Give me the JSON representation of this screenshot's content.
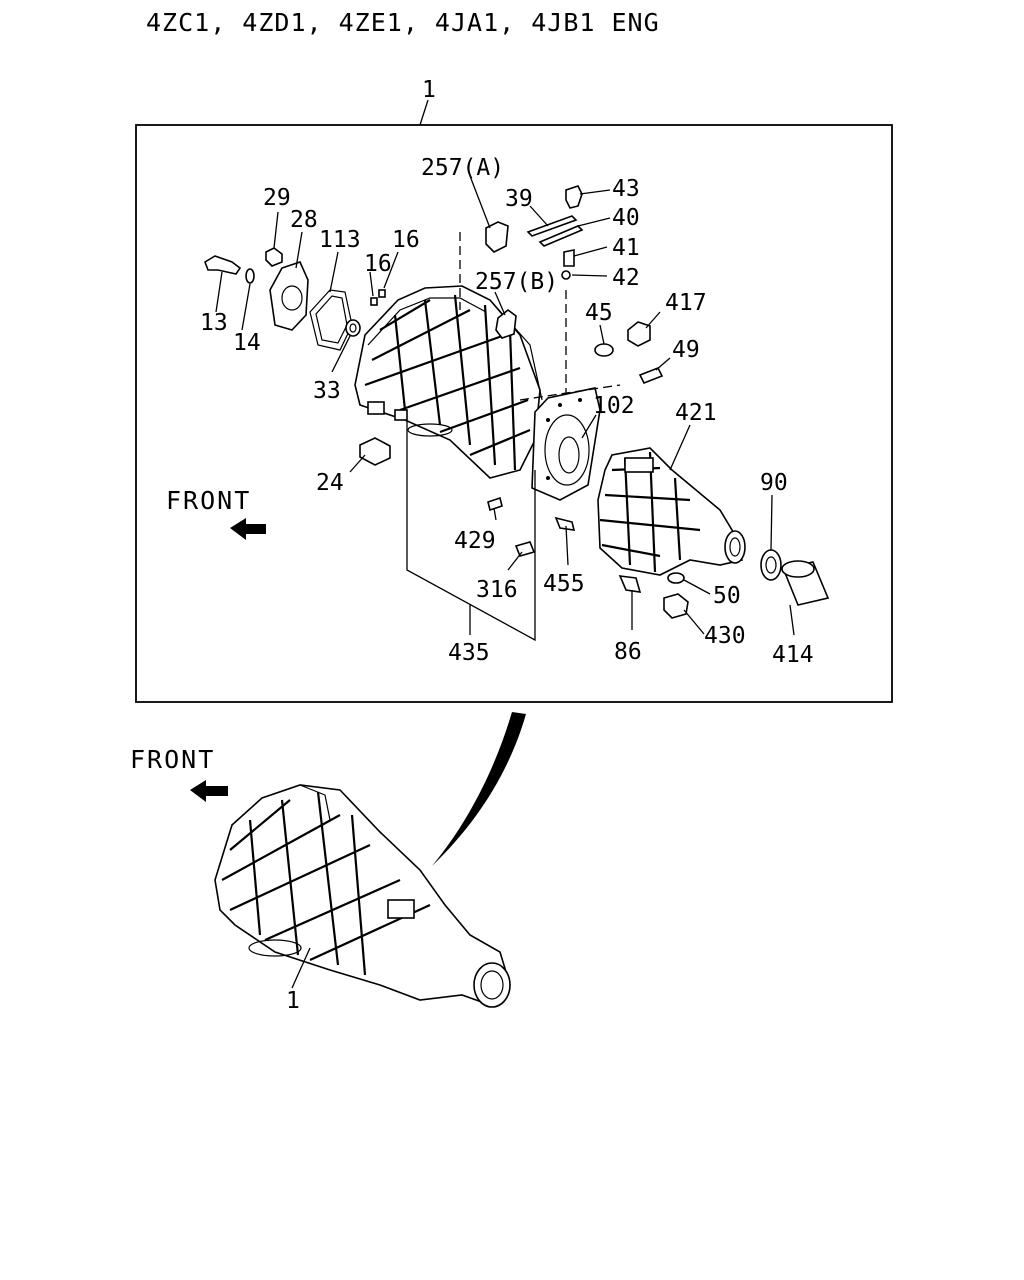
{
  "title": "4ZC1, 4ZD1, 4ZE1, 4JA1, 4JB1  ENG",
  "front_label_exploded": "FRONT",
  "front_label_assembly": "FRONT",
  "callouts": {
    "c1_top": "1",
    "c1_bottom": "1",
    "c13": "13",
    "c14": "14",
    "c16a": "16",
    "c16b": "16",
    "c24": "24",
    "c28": "28",
    "c29": "29",
    "c33": "33",
    "c39": "39",
    "c40": "40",
    "c41": "41",
    "c42": "42",
    "c43": "43",
    "c45": "45",
    "c49": "49",
    "c50": "50",
    "c86": "86",
    "c90": "90",
    "c102": "102",
    "c113": "113",
    "c257a": "257(A)",
    "c257b": "257(B)",
    "c316": "316",
    "c414": "414",
    "c417": "417",
    "c421": "421",
    "c429": "429",
    "c430": "430",
    "c435": "435",
    "c455": "455"
  }
}
